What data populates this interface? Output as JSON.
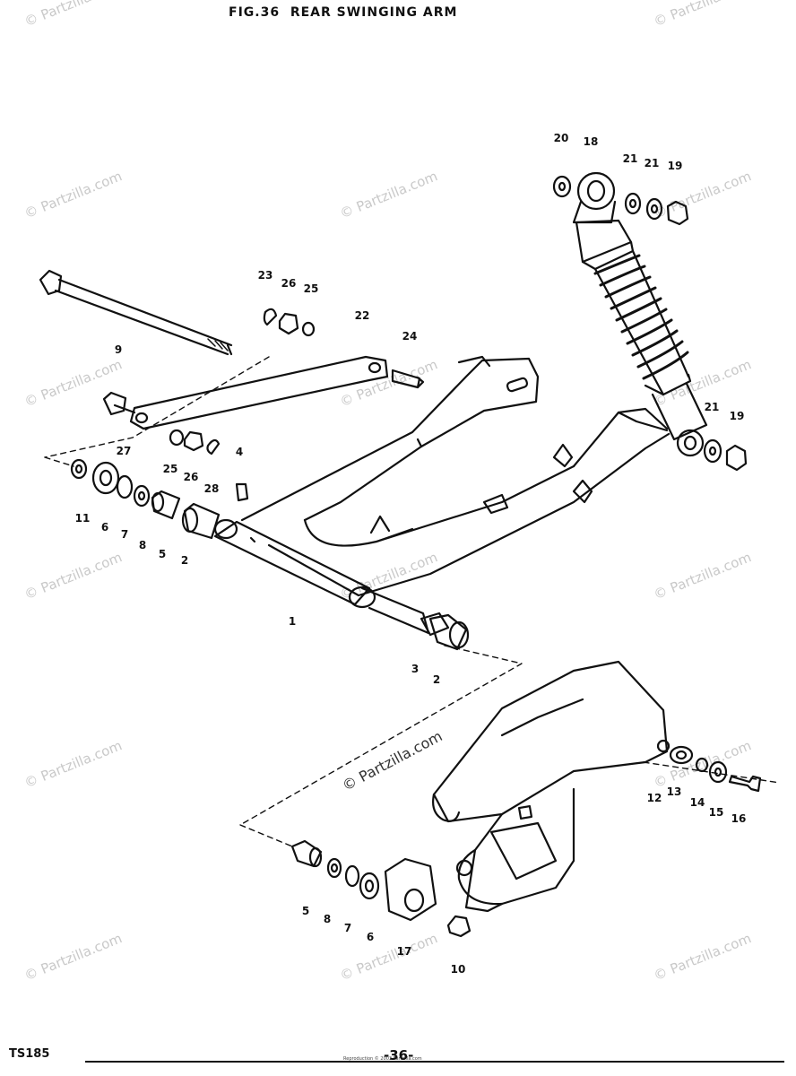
{
  "header": {
    "title": "FIG.36  REAR SWINGING ARM"
  },
  "footer": {
    "model": "TS185",
    "page_number": "-36-",
    "copyright": "Reproduction © 2003 Partzilla.com"
  },
  "watermark": {
    "text": "© Partzilla.com",
    "center_text": "© Partzilla.com"
  },
  "callouts": {
    "c20": "20",
    "c18": "18",
    "c21a": "21",
    "c21b": "21",
    "c19a": "19",
    "c23": "23",
    "c26a": "26",
    "c25a": "25",
    "c22": "22",
    "c24": "24",
    "c9": "9",
    "c27": "27",
    "c25b": "25",
    "c26b": "26",
    "c28": "28",
    "c4": "4",
    "c21c": "21",
    "c19b": "19",
    "c11": "11",
    "c6a": "6",
    "c7a": "7",
    "c8a": "8",
    "c5a": "5",
    "c2a": "2",
    "c1": "1",
    "c3": "3",
    "c2b": "2",
    "c12": "12",
    "c13": "13",
    "c14": "14",
    "c15": "15",
    "c16": "16",
    "c5b": "5",
    "c8b": "8",
    "c7b": "7",
    "c6b": "6",
    "c17": "17",
    "c10": "10"
  }
}
